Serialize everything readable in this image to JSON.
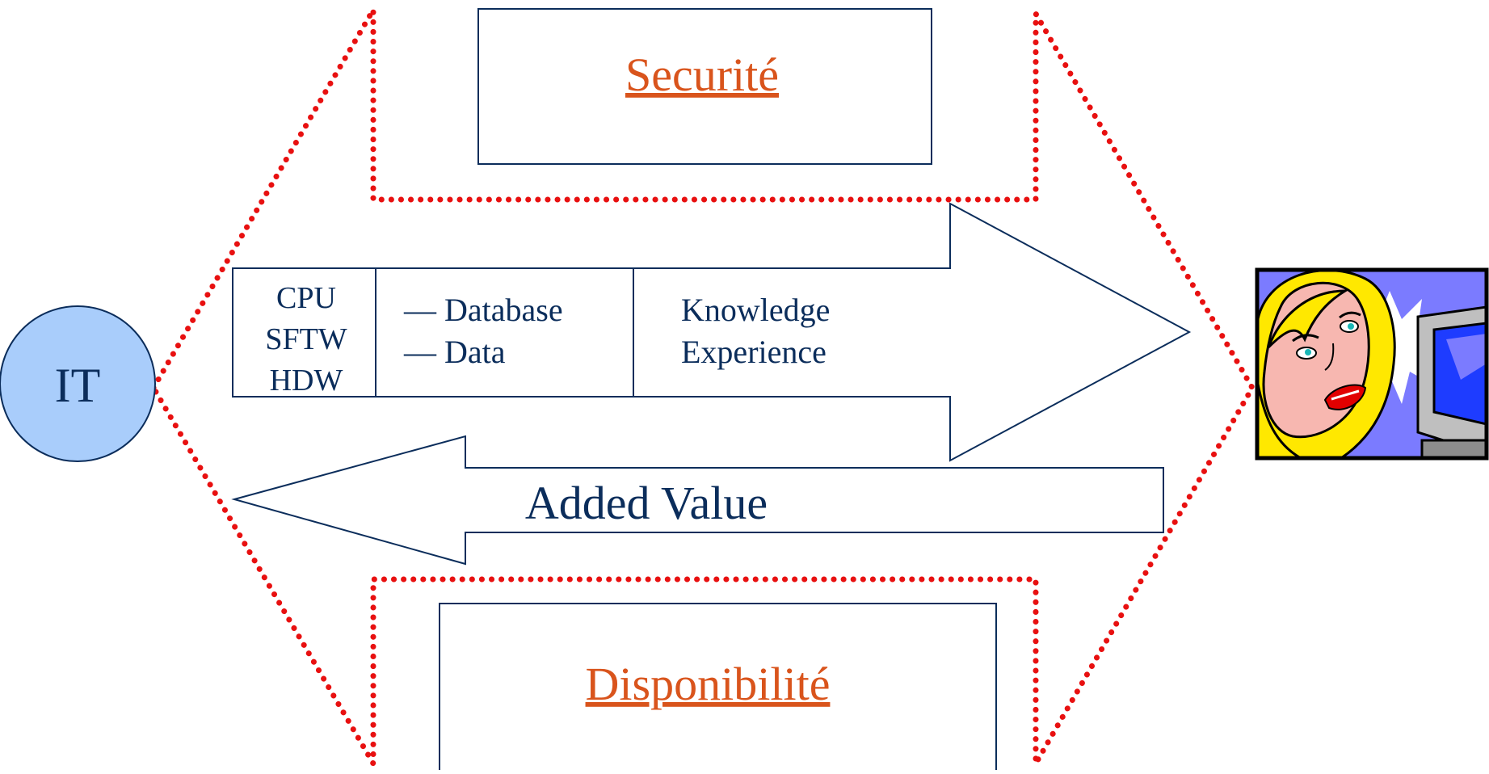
{
  "colors": {
    "navy": "#0b2d5b",
    "orange_link": "#d9541c",
    "dotted_border": "#e81010",
    "it_circle_fill": "#a9cdfb"
  },
  "nodes": {
    "it": {
      "label": "IT"
    },
    "securite": {
      "label": "Securité"
    },
    "disponibilite": {
      "label": "Disponibilité"
    }
  },
  "forward_arrow": {
    "cells": [
      {
        "lines": [
          "CPU",
          "SFTW",
          "HDW"
        ]
      },
      {
        "lines": [
          "— Database",
          "— Data"
        ]
      },
      {
        "lines": [
          "Knowledge",
          "Experience"
        ]
      }
    ]
  },
  "back_arrow": {
    "label": "Added Value"
  },
  "icons": {
    "user": "woman-at-computer-icon"
  }
}
